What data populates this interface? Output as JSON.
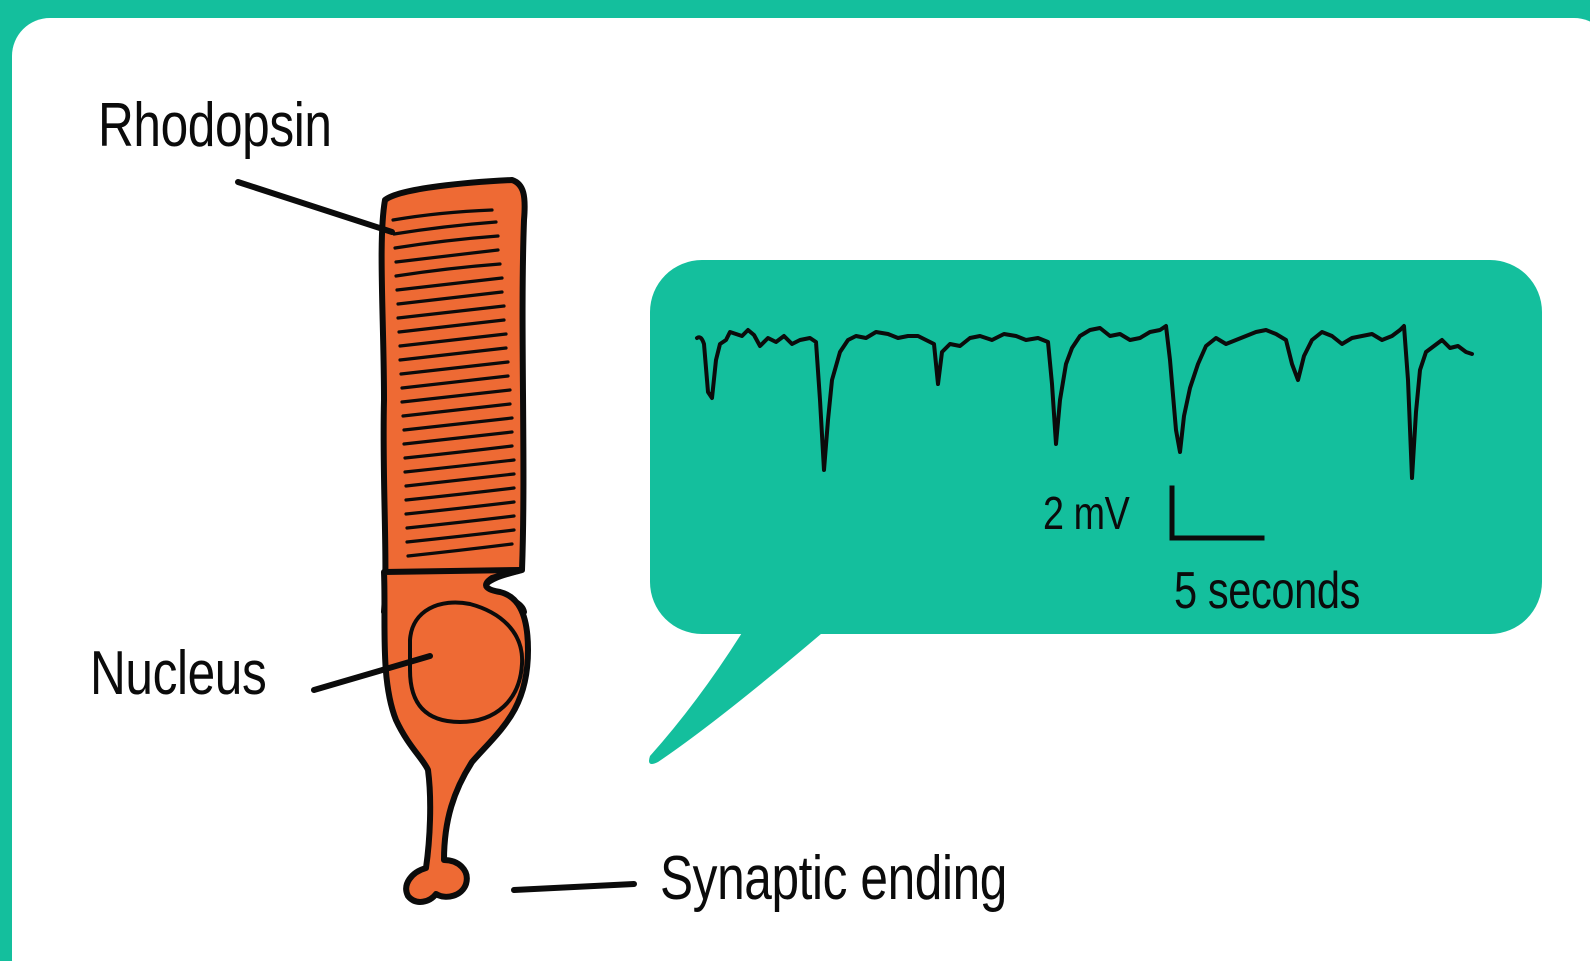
{
  "labels": {
    "rhodopsin": "Rhodopsin",
    "nucleus": "Nucleus",
    "synaptic_ending": "Synaptic ending"
  },
  "recording": {
    "scale_voltage": "2 mV",
    "scale_time": "5 seconds"
  },
  "colors": {
    "background": "#14bf9d",
    "panel": "#ffffff",
    "cell": "#ee6a34",
    "ink": "#0b0b0b"
  }
}
